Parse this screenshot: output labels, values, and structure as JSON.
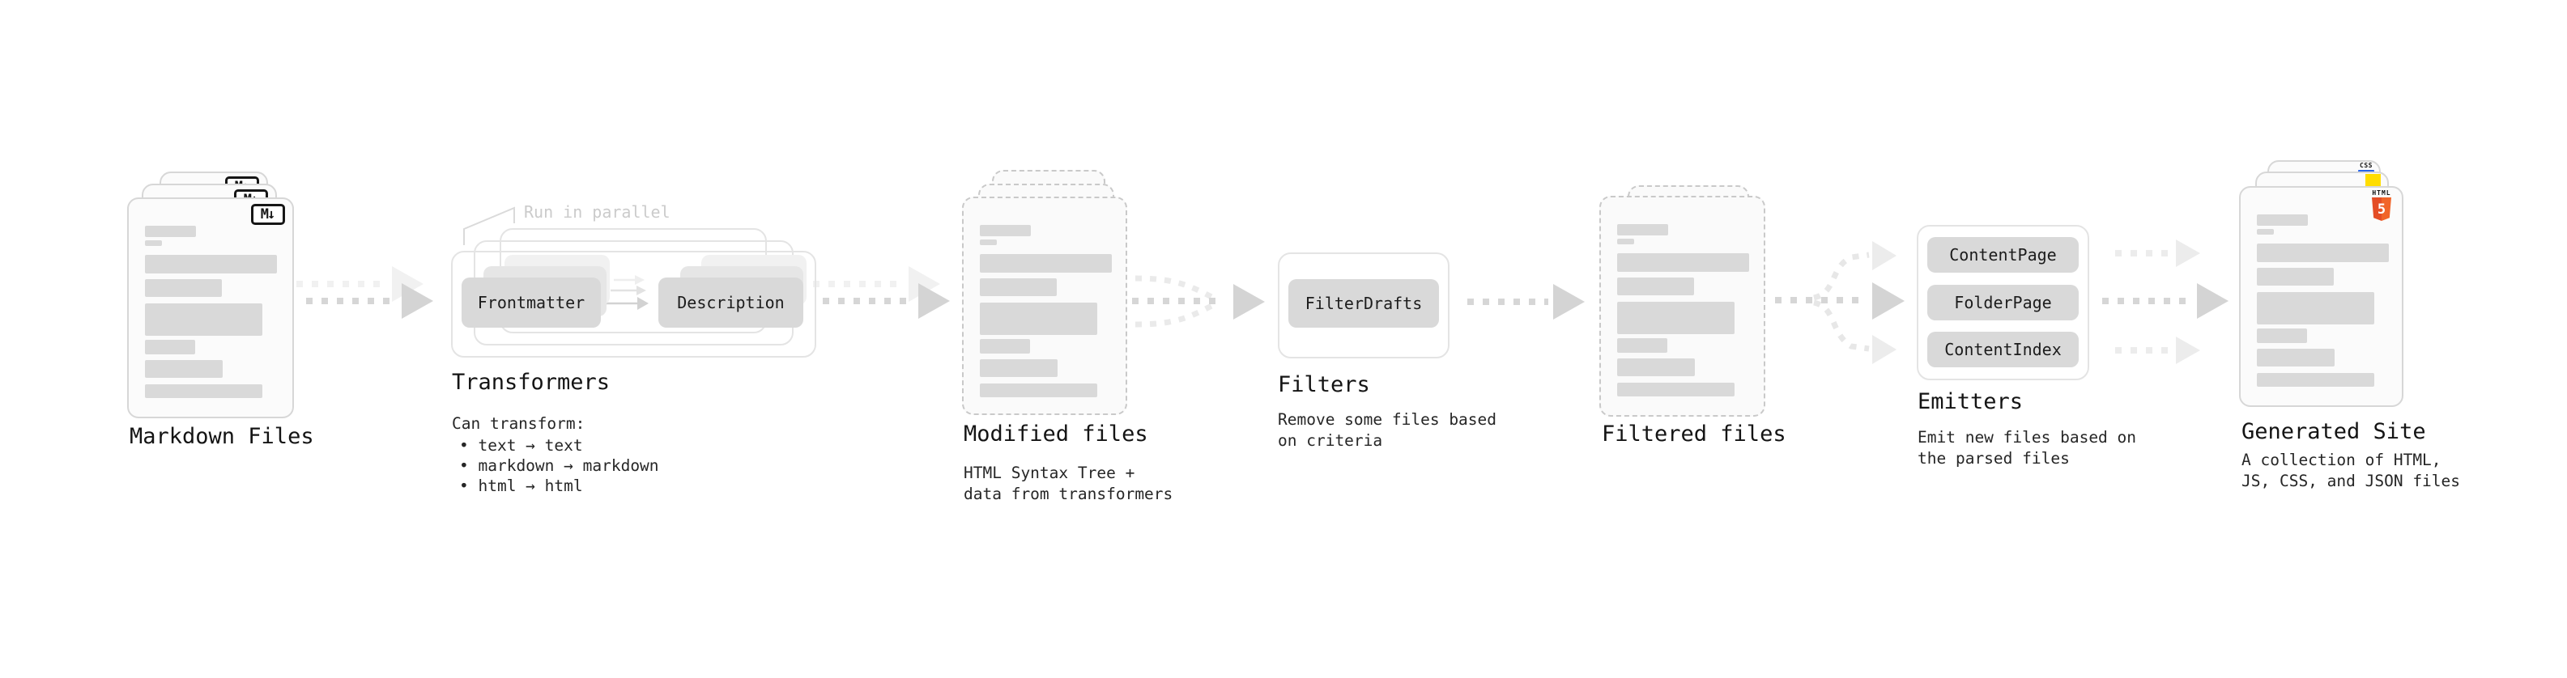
{
  "diagram": {
    "markdown_files": {
      "title": "Markdown Files",
      "icon": "M↓"
    },
    "transformers": {
      "note": "Run in parallel",
      "buttons": [
        "Frontmatter",
        "Description"
      ],
      "title": "Transformers",
      "heading": "Can transform:",
      "bullets": [
        "• text → text",
        "• markdown → markdown",
        "• html → html"
      ]
    },
    "modified_files": {
      "title": "Modified files",
      "lines": [
        "HTML Syntax Tree +",
        "data from transformers"
      ]
    },
    "filters": {
      "title": "Filters",
      "button": "FilterDrafts",
      "lines": [
        "Remove some files based",
        "on criteria"
      ]
    },
    "filtered_files": {
      "title": "Filtered files"
    },
    "emitters": {
      "title": "Emitters",
      "buttons": [
        "ContentPage",
        "FolderPage",
        "ContentIndex"
      ],
      "lines": [
        "Emit new files based on",
        "the parsed files"
      ]
    },
    "generated_site": {
      "title": "Generated Site",
      "lines": [
        "A collection of HTML,",
        "JS, CSS, and JSON files"
      ],
      "badges": {
        "html_word": "HTML",
        "html_number": "5",
        "css_word": "CSS"
      }
    }
  },
  "colors": {
    "html5_orange": "#e44d26",
    "js_yellow": "#ffdd00",
    "css_blue": "#2563eb",
    "button_gray": "#d9d9d9",
    "outline_gray": "#e4e4e4",
    "arrow_gray": "#d5d5d5"
  }
}
